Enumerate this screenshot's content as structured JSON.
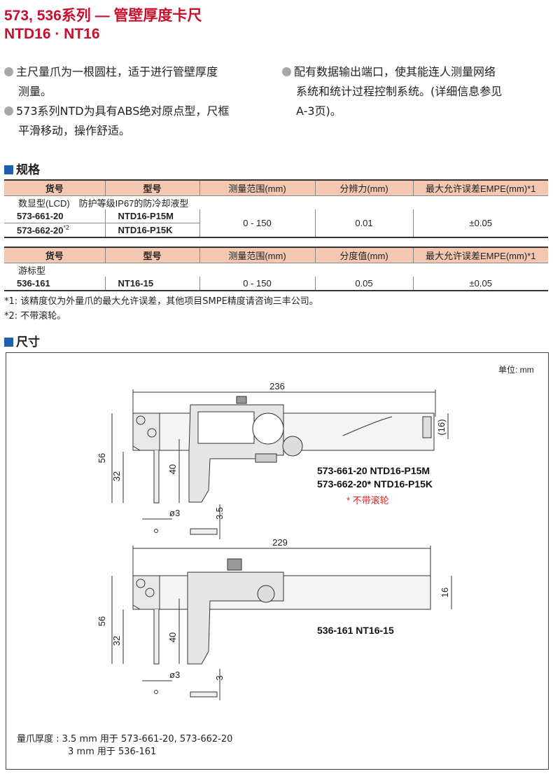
{
  "title": {
    "line1": "573, 536系列 — 管壁厚度卡尺",
    "line2": "NTD16 · NT16"
  },
  "features": [
    {
      "l1": "主尺量爪为一根圆柱，适于进行管壁厚度",
      "l2": "测量。"
    },
    {
      "l1": "573系列NTD为具有ABS绝对原点型，尺框",
      "l2": "平滑移动，操作舒适。"
    },
    {
      "l1": "配有数据输出端口，使其能连人测量网络",
      "l2": "系统和统计过程控制系统。(详细信息参见",
      "l3": "A-3页)。"
    }
  ],
  "spec": {
    "heading": "规格",
    "table1": {
      "headers": [
        "货号",
        "型号",
        "测量范围(mm)",
        "分辨力(mm)",
        "最大允许误差EMPE(mm)*1"
      ],
      "group": "数显型(LCD)　防护等级IP67的防冷却液型",
      "rows": [
        {
          "code": "573-661-20",
          "model": "NTD16-P15M"
        },
        {
          "code": "573-662-20",
          "sup": "*2",
          "model": "NTD16-P15K"
        }
      ],
      "range": "0 - 150",
      "resolution": "0.01",
      "error": "±0.05"
    },
    "table2": {
      "headers": [
        "货号",
        "型号",
        "测量范围(mm)",
        "分度值(mm)",
        "最大允许误差EMPE(mm)*1"
      ],
      "group": "游标型",
      "rows": [
        {
          "code": "536-161",
          "model": "NT16-15",
          "range": "0 - 150",
          "graduation": "0.05",
          "error": "±0.05"
        }
      ]
    },
    "notes": [
      "*1: 该精度仅为外量爪的最大允许误差，其他项目SMPE精度请咨询三丰公司。",
      "*2: 不带滚轮。"
    ]
  },
  "dims": {
    "heading": "尺寸",
    "unit": "单位: mm",
    "top": {
      "length": "236",
      "h16": "(16)",
      "h56": "56",
      "h32": "32",
      "h40": "40",
      "dia": "ø3",
      "t": "3.5",
      "label1": "573-661-20  NTD16-P15M",
      "label2": "573-662-20*  NTD16-P15K",
      "note": "* 不带滚轮"
    },
    "bottom": {
      "length": "229",
      "h16": "16",
      "h56": "56",
      "h32": "32",
      "h40": "40",
      "dia": "ø3",
      "t": "3",
      "label": "536-161  NT16-15"
    },
    "footer1": "量爪厚度 : 3.5 mm 用于 573-661-20, 573-662-20",
    "footer2": "3 mm 用于 536-161"
  }
}
